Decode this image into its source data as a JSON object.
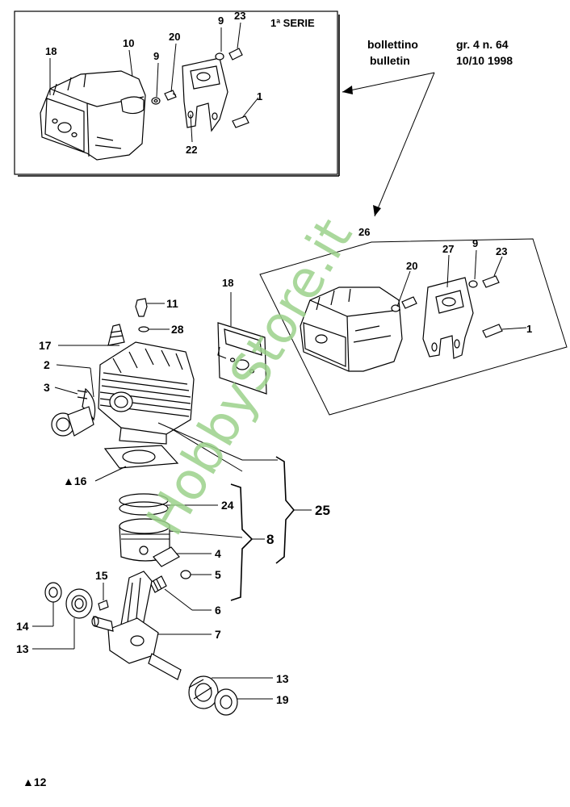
{
  "inset_box": {
    "series": "1ª SERIE"
  },
  "bulletin": {
    "line1_left": "bollettino",
    "line1_right": "gr. 4   n. 64",
    "line2_left": "bulletin",
    "line2_right": "10/10 1998"
  },
  "new_box": {
    "group_label": "26"
  },
  "page_footer": "▲12",
  "watermark": "HobbyStore.it",
  "callouts": {
    "c1": "1",
    "c2": "2",
    "c3": "3",
    "c4": "4",
    "c5": "5",
    "c6": "6",
    "c7": "7",
    "c8": "8",
    "c9": "9",
    "c10": "10",
    "c11": "11",
    "c13": "13",
    "c14": "14",
    "c15": "15",
    "c16": "▲16",
    "c17": "17",
    "c18": "18",
    "c19": "19",
    "c20": "20",
    "c22": "22",
    "c23": "23",
    "c24": "24",
    "c25": "25",
    "c27": "27",
    "c28": "28"
  }
}
